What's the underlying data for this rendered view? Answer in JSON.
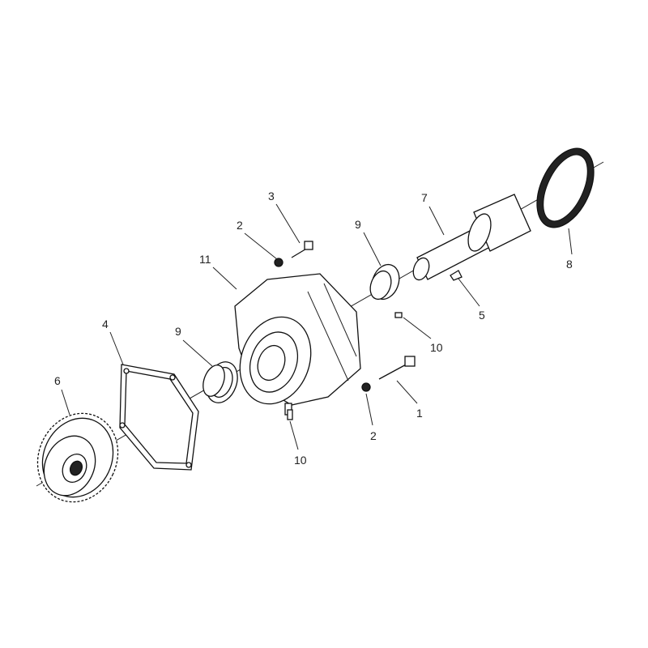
{
  "diagram": {
    "type": "exploded parts view",
    "callouts": [
      {
        "id": "c3",
        "label": "3"
      },
      {
        "id": "c2a",
        "label": "2"
      },
      {
        "id": "c11",
        "label": "11"
      },
      {
        "id": "c9a",
        "label": "9"
      },
      {
        "id": "c7",
        "label": "7"
      },
      {
        "id": "c8",
        "label": "8"
      },
      {
        "id": "c5",
        "label": "5"
      },
      {
        "id": "c10a",
        "label": "10"
      },
      {
        "id": "c4",
        "label": "4"
      },
      {
        "id": "c9b",
        "label": "9"
      },
      {
        "id": "c6",
        "label": "6"
      },
      {
        "id": "c1",
        "label": "1"
      },
      {
        "id": "c2b",
        "label": "2"
      },
      {
        "id": "c10b",
        "label": "10"
      }
    ]
  }
}
